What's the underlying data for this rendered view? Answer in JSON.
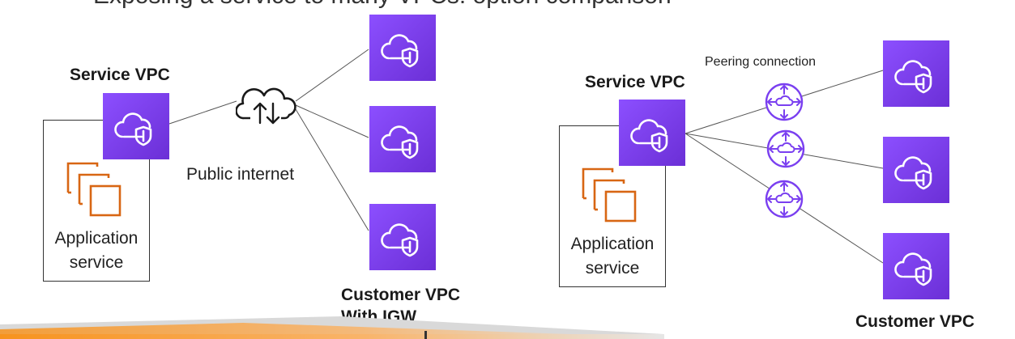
{
  "slide": {
    "cut_title_text": "Exposing a service to many VPCs: option comparison"
  },
  "left": {
    "service_vpc_label": "Service VPC",
    "application_label_line1": "Application",
    "application_label_line2": "service",
    "internet_label": "Public internet",
    "customer_label_line1": "Customer VPC",
    "customer_label_line2": "With IGW"
  },
  "right": {
    "service_vpc_label": "Service VPC",
    "peering_label": "Peering connection",
    "application_label_line1": "Application",
    "application_label_line2": "service",
    "customer_label": "Customer VPC"
  },
  "colors": {
    "vpc_purple": "#7a3ff0",
    "app_orange": "#d86613",
    "bar_orange": "#f7931e"
  },
  "icons": [
    "vpc-icon",
    "application-service-icon",
    "internet-cloud-icon",
    "peering-router-icon"
  ]
}
